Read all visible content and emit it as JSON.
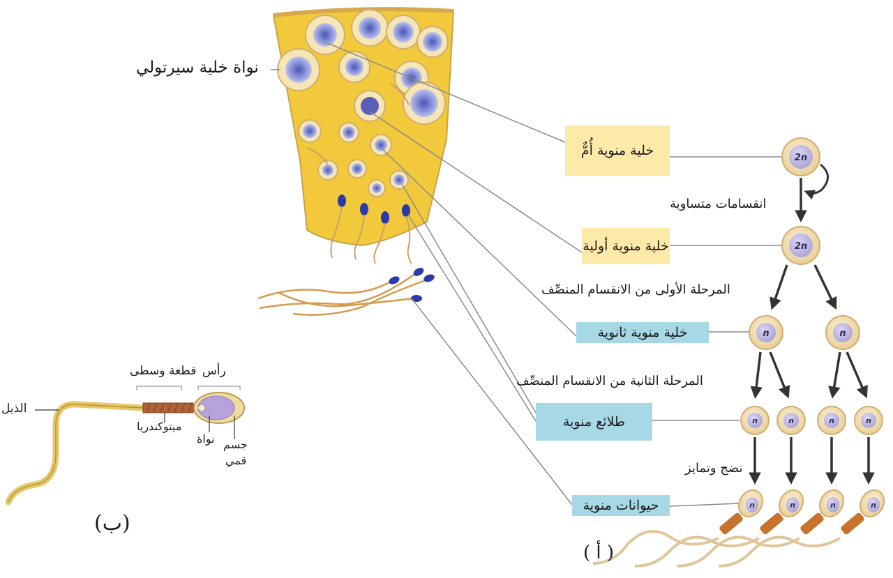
{
  "labels": {
    "sertoli_nucleus": "نواة خلية سيرتولي",
    "spermatogonium": "خلية منوية أُمٌّ",
    "mitosis": "انقسامات متساوية",
    "primary_spermatocyte": "خلية منوية أولية",
    "meiosis_1": "المرحلة الأولى من الانقسام المنصِّف",
    "secondary_spermatocyte": "خلية منوية ثانوية",
    "meiosis_2": "المرحلة الثانية من الانقسام المنصِّف",
    "spermatids": "طلائع منوية",
    "maturation": "نضج وتمايز",
    "sperm_cells": "حيوانات منوية",
    "label_a": "( أ )",
    "label_b": "(ب)",
    "head": "رأس",
    "midpiece": "قطعة وسطى",
    "tail": "الذيل",
    "mitochondria": "ميتوكندريا",
    "nucleus": "نواة",
    "acrosome_1": "جسم",
    "acrosome_2": "قمي"
  },
  "ploidy": {
    "diploid": "2n",
    "haploid": "n"
  },
  "colors": {
    "tissue": "#f2cc3a",
    "tissue_edge": "#c9a24a",
    "cell_outer": "#f3e3bf",
    "cell_ring": "#d8b27a",
    "cell_inner": "#c9c3e8",
    "nucleus_blue": "#7f85c9",
    "arrow": "#3a3a3a",
    "line": "#8a8a8a",
    "box_yellow": "#fde9a8",
    "box_blue": "#a6d8e6",
    "midpiece_orange": "#c8732c"
  }
}
